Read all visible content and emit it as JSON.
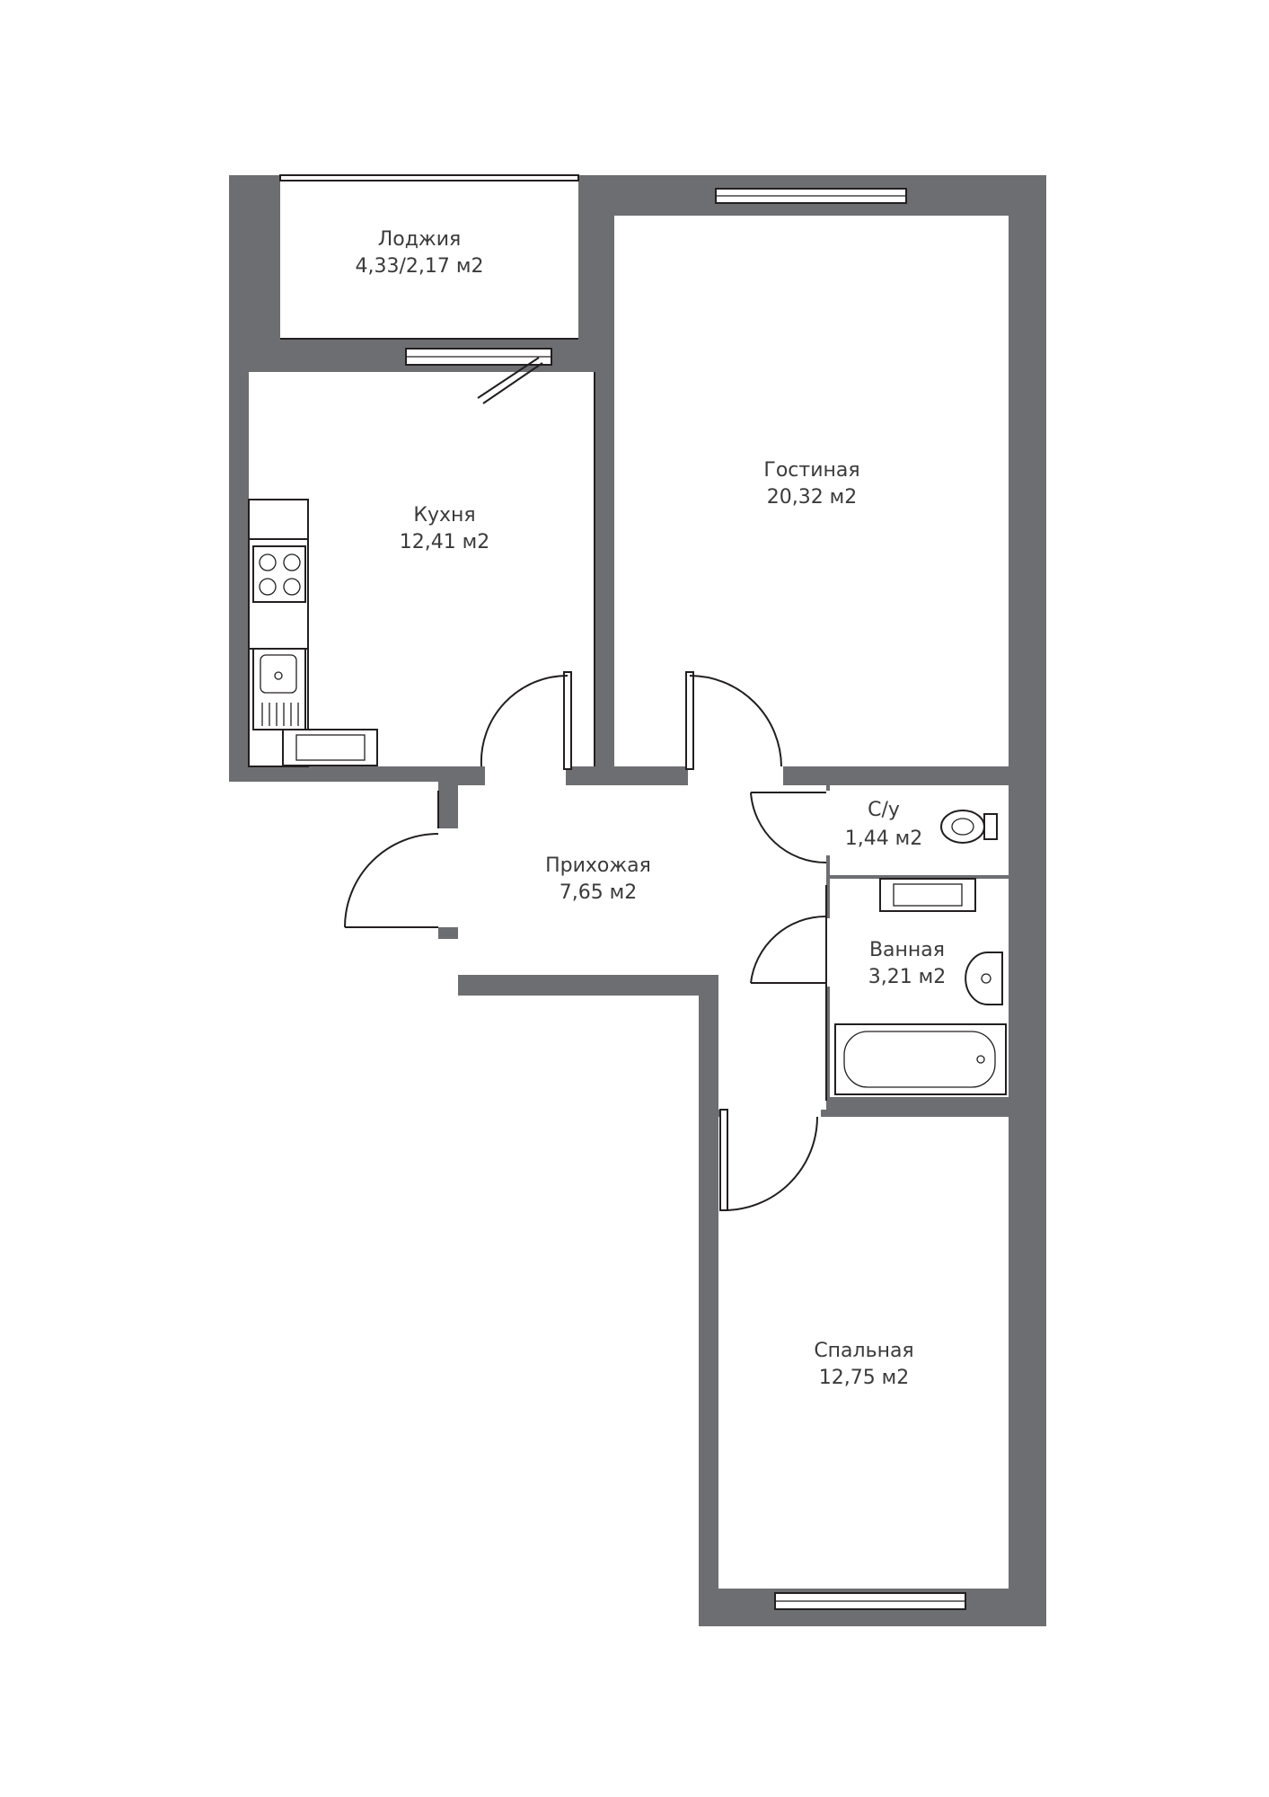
{
  "rooms": [
    {
      "id": "loggia",
      "name": "Лоджия",
      "area": "4,33/2,17 м2"
    },
    {
      "id": "kitchen",
      "name": "Кухня",
      "area": "12,41 м2"
    },
    {
      "id": "living",
      "name": "Гостиная",
      "area": "20,32 м2"
    },
    {
      "id": "hall",
      "name": "Прихожая",
      "area": "7,65 м2"
    },
    {
      "id": "wc",
      "name": "С/у",
      "area": "1,44 м2"
    },
    {
      "id": "bathroom",
      "name": "Ванная",
      "area": "3,21 м2"
    },
    {
      "id": "bedroom",
      "name": "Спальная",
      "area": "12,75 м2"
    }
  ],
  "colors": {
    "wall": "#6d6e71",
    "line": "#231f20",
    "text": "#3b3b3b"
  }
}
